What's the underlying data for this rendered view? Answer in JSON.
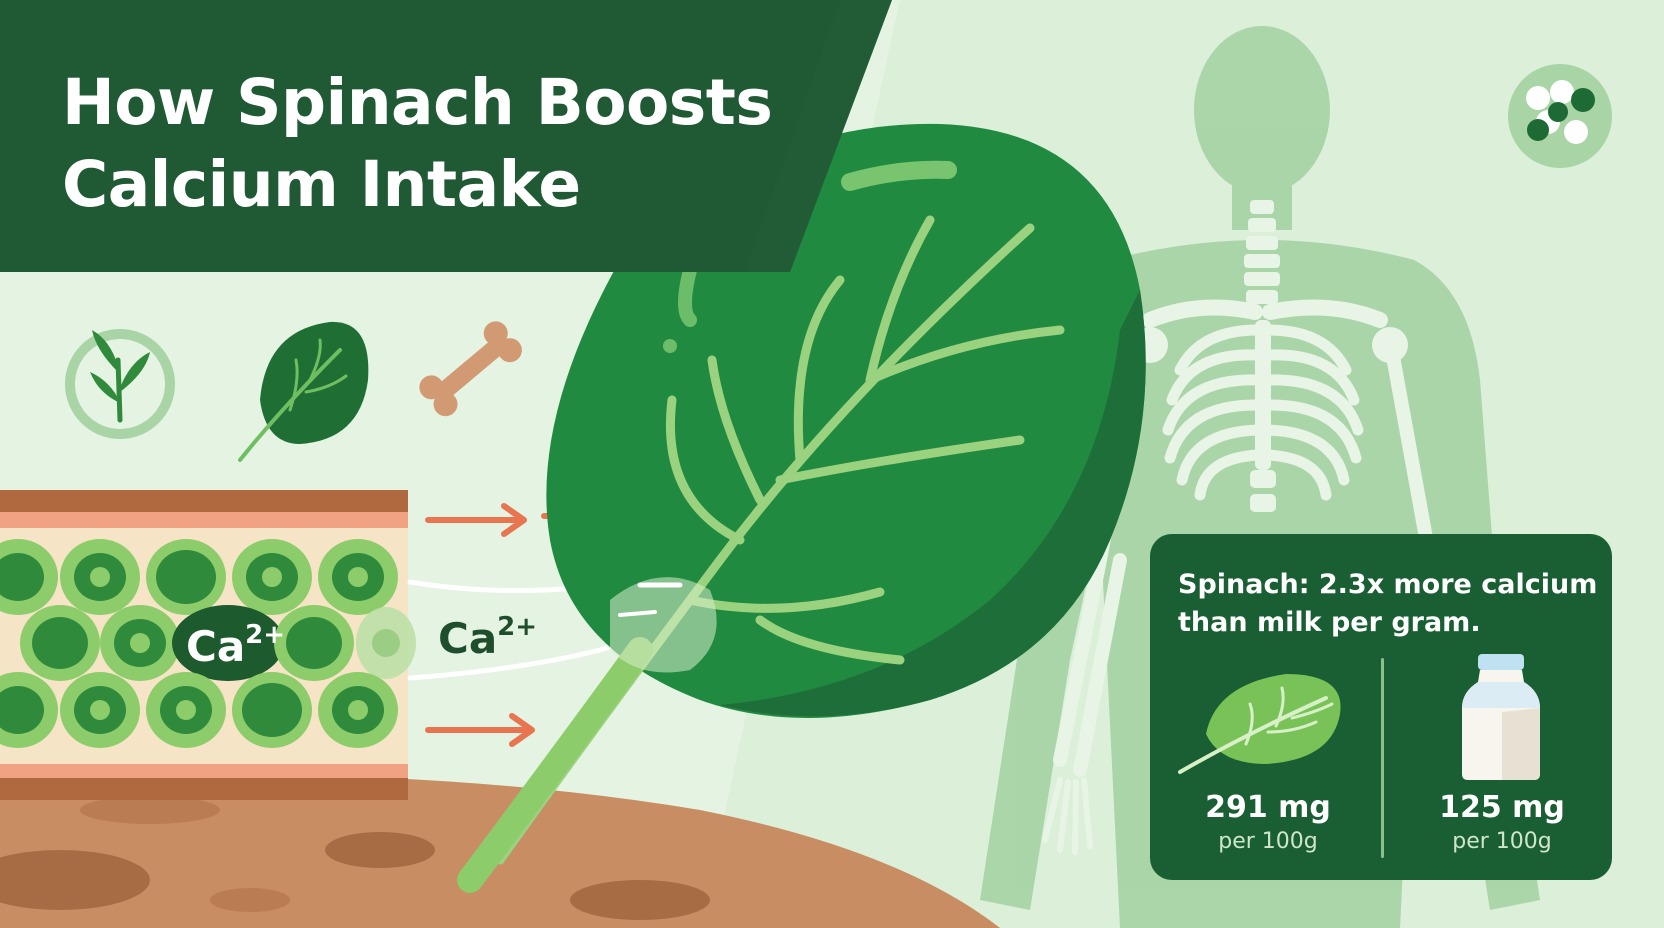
{
  "title": {
    "line1": "How Spinach Boosts",
    "line2": "Calcium Intake"
  },
  "ion_labels": {
    "in_cells": "Ca",
    "in_cells_charge": "2+",
    "absorbed": "Ca",
    "absorbed_charge": "2+"
  },
  "fact_card": {
    "text": "Spinach: 2.3x more calcium than milk per gram.",
    "spinach": {
      "amount": "291 mg",
      "unit": "per 100g",
      "icon": "spinach-leaf-icon"
    },
    "milk": {
      "amount": "125 mg",
      "unit": "per 100g",
      "icon": "milk-bottle-icon"
    }
  },
  "icons": [
    "plant-badge-icon",
    "spinach-leaf-icon",
    "bone-icon",
    "bone-cluster-icon",
    "arrow-right-icon"
  ],
  "colors": {
    "background": "#e4f3e2",
    "banner": "#1f5a34",
    "leaf_dark": "#1d6e38",
    "leaf_main": "#218a41",
    "vein": "#9bd27f",
    "arrow": "#e8754f",
    "soil": "#c98d63",
    "skeleton": "#9dcca0",
    "card": "#1a5e33"
  }
}
